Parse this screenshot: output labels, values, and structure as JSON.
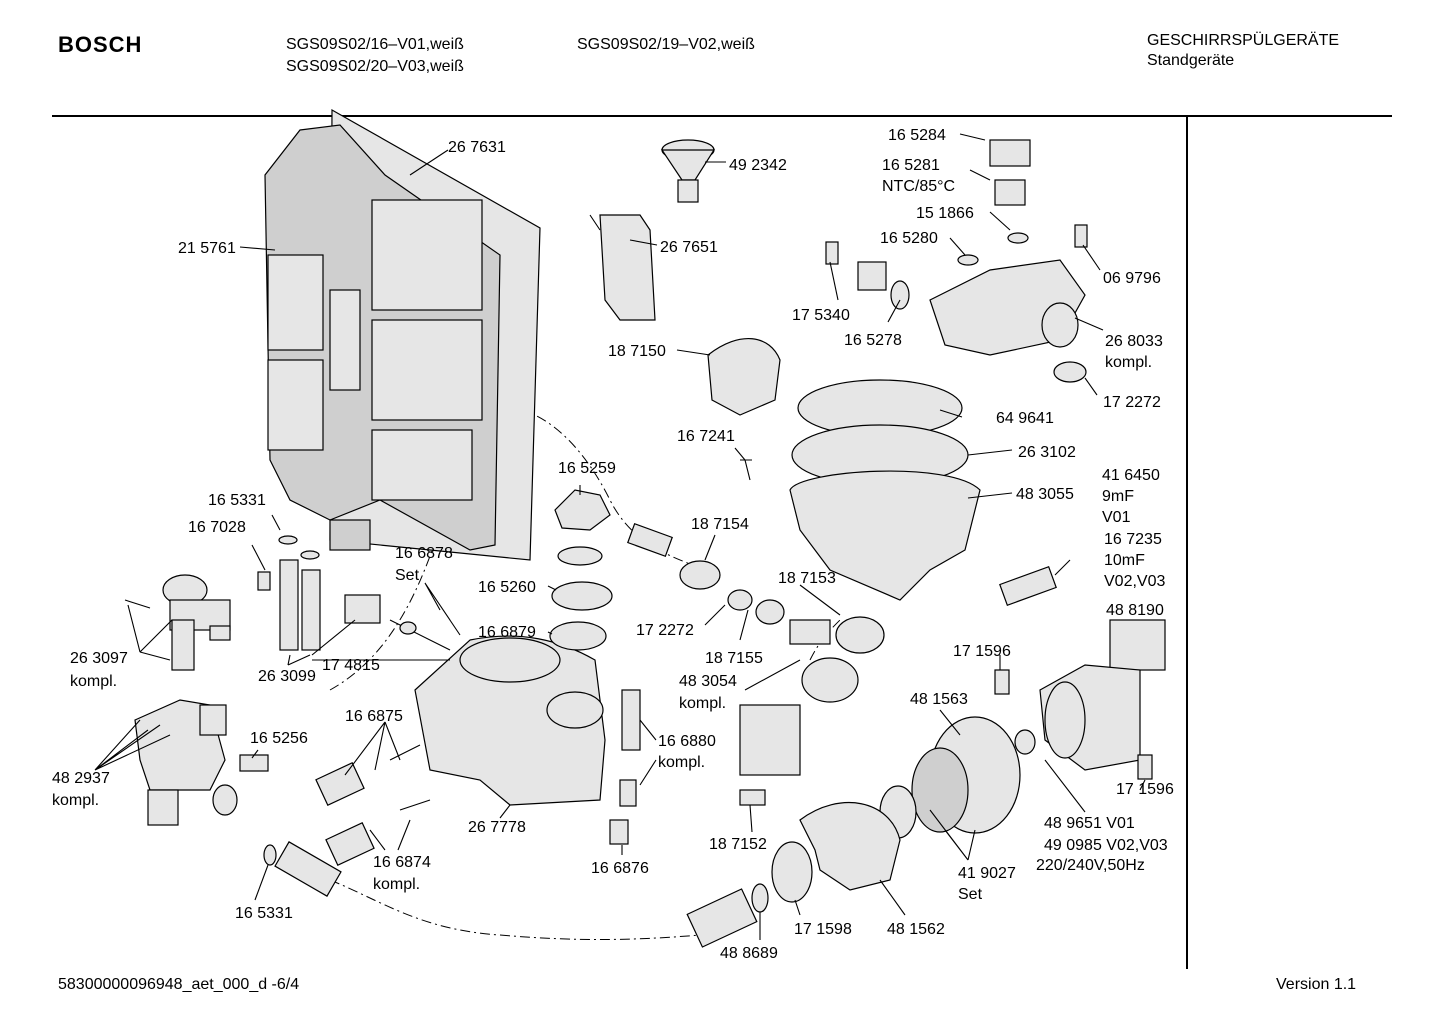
{
  "header": {
    "brand": "BOSCH",
    "model_1": "SGS09S02/16–V01,weiß",
    "model_2": "SGS09S02/20–V03,weiß",
    "model_3": "SGS09S02/19–V02,weiß",
    "category": "GESCHIRRSPÜLGERÄTE",
    "subcategory": "Standgeräte"
  },
  "footer": {
    "doc_id": "58300000096948_aet_000_d  -6/4",
    "version": "Version 1.1"
  },
  "labels": {
    "l267631": "26 7631",
    "l492342": "49 2342",
    "l215761": "21 5761",
    "l267651": "26 7651",
    "l165284": "16 5284",
    "l165281": "16 5281",
    "lntc": "NTC/85°C",
    "l151866": "15 1866",
    "l165280": "16 5280",
    "l069796": "06 9796",
    "l175340": "17 5340",
    "l165278": "16 5278",
    "l268033": "26 8033",
    "lkompl_268033": "kompl.",
    "l187150": "18 7150",
    "l172272a": "17 2272",
    "l649641": "64 9641",
    "l167241": "16 7241",
    "l263102": "26 3102",
    "l165259": "16 5259",
    "l416450": "41 6450",
    "l9mf": "9mF",
    "lv01a": "V01",
    "l483055": "48 3055",
    "l165331a": "16 5331",
    "l167028": "16 7028",
    "l187154": "18 7154",
    "l167235": "16 7235",
    "l10mf": "10mF",
    "lv0203": "V02,V03",
    "l166878": "16 6878",
    "lset_166878": "Set",
    "l165260": "16 5260",
    "l187153": "18 7153",
    "l488190": "48 8190",
    "l166879": "16 6879",
    "l172272b": "17 2272",
    "l187155": "18 7155",
    "l171596a": "17 1596",
    "l263097": "26 3097",
    "lkompl_263097": "kompl.",
    "l174815": "17 4815",
    "l483054": "48  3054",
    "lkompl_483054": "kompl.",
    "l481563": "48 1563",
    "l263099": "26 3099",
    "l166875": "16 6875",
    "l166880": "16  6880",
    "lkompl_166880": "kompl.",
    "l165256": "16 5256",
    "l482937": "48 2937",
    "lkompl_482937": "kompl.",
    "l171596b": "17 1596",
    "l267778": "26 7778",
    "l489651": "48 9651  V01",
    "l490985": "49 0985  V02,V03",
    "l220v": "220/240V,50Hz",
    "l187152": "18 7152",
    "l166874": "16 6874",
    "lkompl_166874": "kompl.",
    "l166876": "16 6876",
    "l419027": "41 9027",
    "lset_419027": "Set",
    "l165331b": "16 5331",
    "l171598": "17 1598",
    "l481562": "48 1562",
    "l488689": "48 8689"
  }
}
